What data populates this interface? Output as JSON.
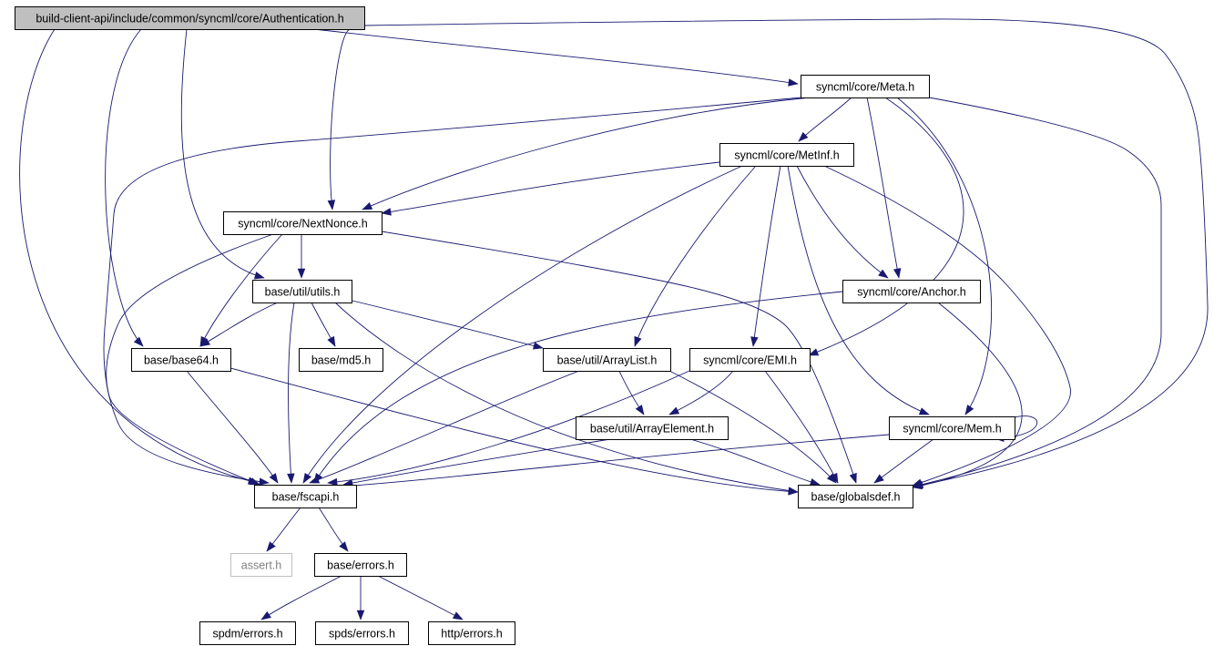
{
  "colors": {
    "edge": "#191970",
    "root_fill": "#bfbfbf",
    "missing_stroke": "#bfbfbf"
  },
  "nodes": {
    "auth": {
      "label": "build-client-api/include/common/syncml/core/Authentication.h",
      "kind": "root"
    },
    "meta": {
      "label": "syncml/core/Meta.h"
    },
    "metinf": {
      "label": "syncml/core/MetInf.h"
    },
    "nextnonce": {
      "label": "syncml/core/NextNonce.h"
    },
    "utils": {
      "label": "base/util/utils.h"
    },
    "anchor": {
      "label": "syncml/core/Anchor.h"
    },
    "base64": {
      "label": "base/base64.h"
    },
    "md5": {
      "label": "base/md5.h"
    },
    "arraylist": {
      "label": "base/util/ArrayList.h"
    },
    "emi": {
      "label": "syncml/core/EMI.h"
    },
    "arrayelement": {
      "label": "base/util/ArrayElement.h"
    },
    "mem": {
      "label": "syncml/core/Mem.h"
    },
    "fscapi": {
      "label": "base/fscapi.h"
    },
    "globalsdef": {
      "label": "base/globalsdef.h"
    },
    "assert": {
      "label": "assert.h",
      "kind": "missing"
    },
    "errors": {
      "label": "base/errors.h"
    },
    "spdm": {
      "label": "spdm/errors.h"
    },
    "spds": {
      "label": "spds/errors.h"
    },
    "http": {
      "label": "http/errors.h"
    }
  },
  "edges": [
    [
      "auth",
      "meta"
    ],
    [
      "auth",
      "nextnonce"
    ],
    [
      "auth",
      "utils"
    ],
    [
      "auth",
      "base64"
    ],
    [
      "auth",
      "fscapi"
    ],
    [
      "auth",
      "globalsdef"
    ],
    [
      "meta",
      "metinf"
    ],
    [
      "meta",
      "nextnonce"
    ],
    [
      "meta",
      "anchor"
    ],
    [
      "meta",
      "emi"
    ],
    [
      "meta",
      "mem"
    ],
    [
      "meta",
      "fscapi"
    ],
    [
      "meta",
      "globalsdef"
    ],
    [
      "metinf",
      "nextnonce"
    ],
    [
      "metinf",
      "anchor"
    ],
    [
      "metinf",
      "arraylist"
    ],
    [
      "metinf",
      "emi"
    ],
    [
      "metinf",
      "mem"
    ],
    [
      "metinf",
      "fscapi"
    ],
    [
      "metinf",
      "globalsdef"
    ],
    [
      "nextnonce",
      "utils"
    ],
    [
      "nextnonce",
      "base64"
    ],
    [
      "nextnonce",
      "fscapi"
    ],
    [
      "nextnonce",
      "globalsdef"
    ],
    [
      "utils",
      "base64"
    ],
    [
      "utils",
      "md5"
    ],
    [
      "utils",
      "arraylist"
    ],
    [
      "utils",
      "fscapi"
    ],
    [
      "utils",
      "globalsdef"
    ],
    [
      "anchor",
      "fscapi"
    ],
    [
      "anchor",
      "globalsdef"
    ],
    [
      "base64",
      "fscapi"
    ],
    [
      "base64",
      "globalsdef"
    ],
    [
      "arraylist",
      "arrayelement"
    ],
    [
      "arraylist",
      "fscapi"
    ],
    [
      "arraylist",
      "globalsdef"
    ],
    [
      "emi",
      "arrayelement"
    ],
    [
      "emi",
      "fscapi"
    ],
    [
      "emi",
      "globalsdef"
    ],
    [
      "arrayelement",
      "fscapi"
    ],
    [
      "arrayelement",
      "globalsdef"
    ],
    [
      "mem",
      "mem"
    ],
    [
      "mem",
      "fscapi"
    ],
    [
      "mem",
      "globalsdef"
    ],
    [
      "fscapi",
      "assert"
    ],
    [
      "fscapi",
      "errors"
    ],
    [
      "errors",
      "spdm"
    ],
    [
      "errors",
      "spds"
    ],
    [
      "errors",
      "http"
    ]
  ]
}
